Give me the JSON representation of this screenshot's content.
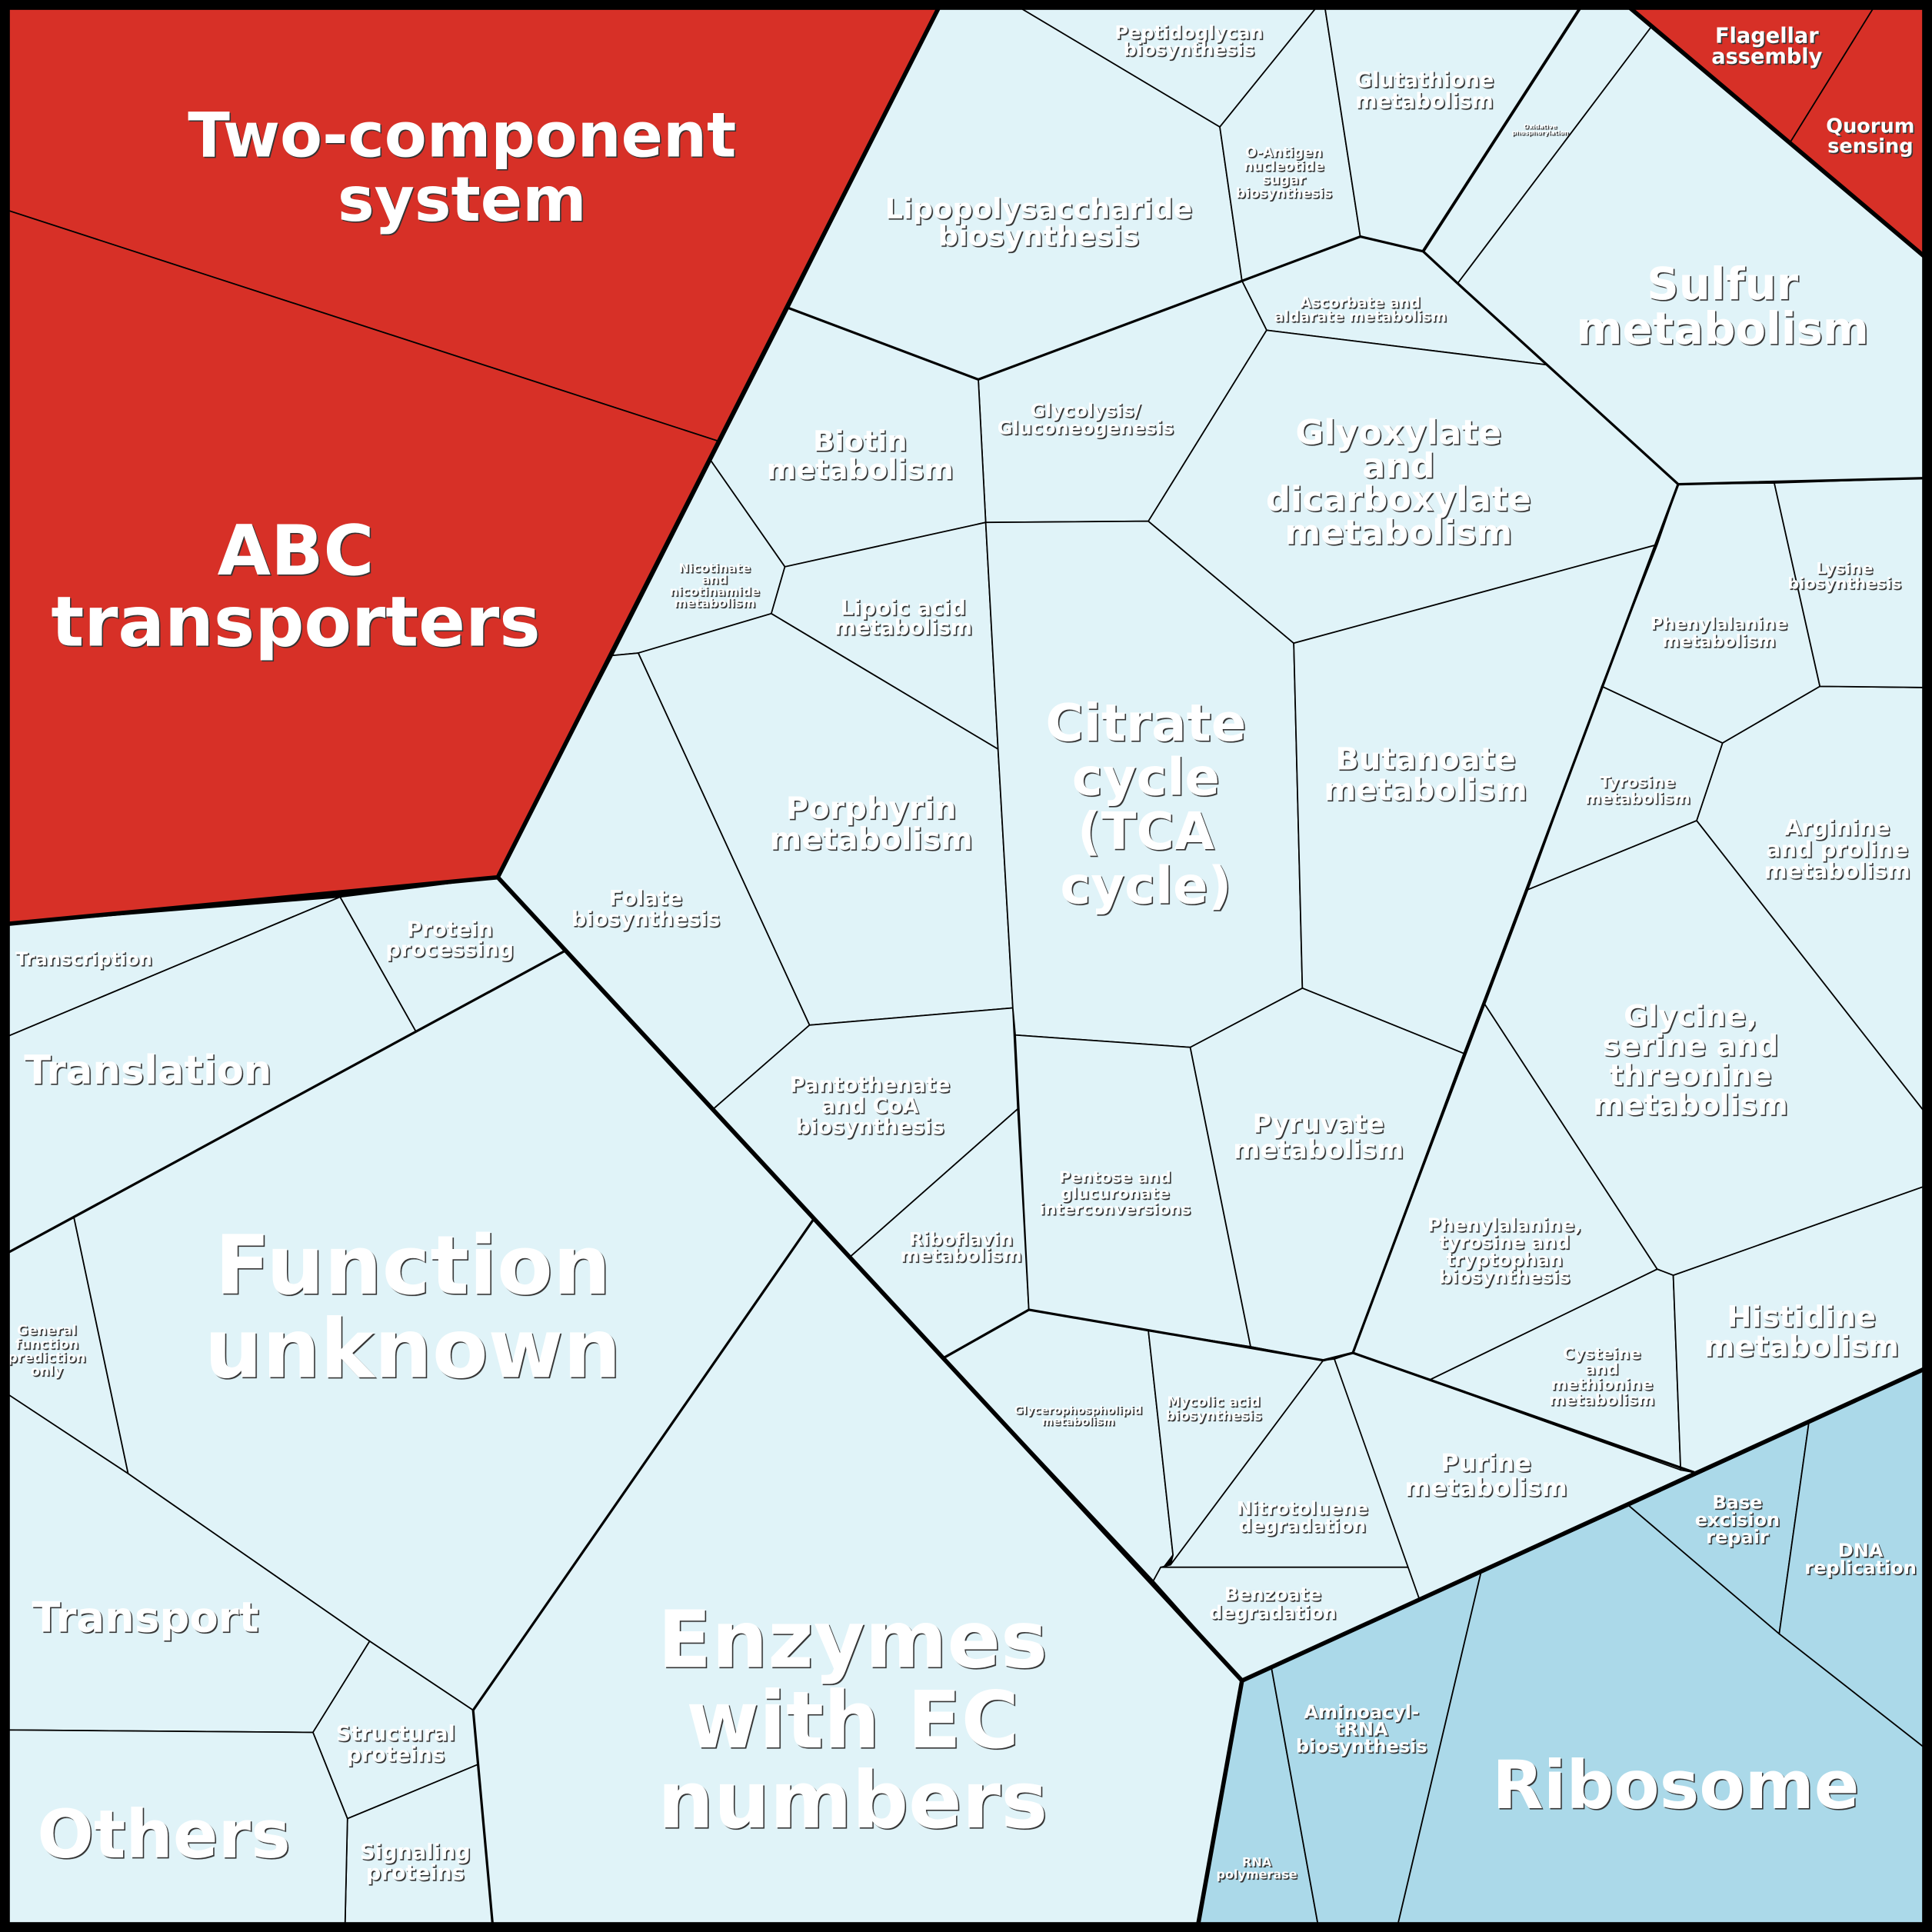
{
  "chart_data": {
    "type": "voronoi-treemap",
    "colors": {
      "group_a": "#d73027",
      "group_b": "#e0f3f8",
      "group_c": "#abd9e9"
    },
    "cells": [
      {
        "lines": [
          "Two-component",
          "system"
        ],
        "group": "group_a"
      },
      {
        "lines": [
          "ABC",
          "transporters"
        ],
        "group": "group_a"
      },
      {
        "lines": [
          "Flagellar",
          "assembly"
        ],
        "group": "group_a"
      },
      {
        "lines": [
          "Quorum",
          "sensing"
        ],
        "group": "group_a"
      },
      {
        "lines": [
          "Transcription"
        ],
        "group": "group_b"
      },
      {
        "lines": [
          "Protein",
          "processing"
        ],
        "group": "group_b"
      },
      {
        "lines": [
          "Translation"
        ],
        "group": "group_b"
      },
      {
        "lines": [
          "General",
          "function",
          "prediction",
          "only"
        ],
        "group": "group_b"
      },
      {
        "lines": [
          "Function",
          "unknown"
        ],
        "group": "group_b"
      },
      {
        "lines": [
          "Transport"
        ],
        "group": "group_b"
      },
      {
        "lines": [
          "Structural",
          "proteins"
        ],
        "group": "group_b"
      },
      {
        "lines": [
          "Signaling",
          "proteins"
        ],
        "group": "group_b"
      },
      {
        "lines": [
          "Others"
        ],
        "group": "group_b"
      },
      {
        "lines": [
          "Enzymes",
          "with EC",
          "numbers"
        ],
        "group": "group_b"
      },
      {
        "lines": [
          "RNA",
          "polymerase"
        ],
        "group": "group_c"
      },
      {
        "lines": [
          "Aminoacyl-",
          "tRNA",
          "biosynthesis"
        ],
        "group": "group_c"
      },
      {
        "lines": [
          "Ribosome"
        ],
        "group": "group_c"
      },
      {
        "lines": [
          "Base",
          "excision",
          "repair"
        ],
        "group": "group_c"
      },
      {
        "lines": [
          "DNA",
          "replication"
        ],
        "group": "group_c"
      },
      {
        "lines": [
          "Lipopolysaccharide",
          "biosynthesis"
        ],
        "group": "group_b"
      },
      {
        "lines": [
          "Peptidoglycan",
          "biosynthesis"
        ],
        "group": "group_b"
      },
      {
        "lines": [
          "O-Antigen",
          "nucleotide",
          "sugar",
          "biosynthesis"
        ],
        "group": "group_b"
      },
      {
        "lines": [
          "Glutathione",
          "metabolism"
        ],
        "group": "group_b"
      },
      {
        "lines": [
          "Oxidative",
          "phosphorylation"
        ],
        "group": "group_b"
      },
      {
        "lines": [
          "Sulfur",
          "metabolism"
        ],
        "group": "group_b"
      },
      {
        "lines": [
          "Ascorbate and",
          "aldarate metabolism"
        ],
        "group": "group_b"
      },
      {
        "lines": [
          "Glycolysis/",
          "Gluconeogenesis"
        ],
        "group": "group_b"
      },
      {
        "lines": [
          "Biotin",
          "metabolism"
        ],
        "group": "group_b"
      },
      {
        "lines": [
          "Nicotinate",
          "and",
          "nicotinamide",
          "metabolism"
        ],
        "group": "group_b"
      },
      {
        "lines": [
          "Lipoic acid",
          "metabolism"
        ],
        "group": "group_b"
      },
      {
        "lines": [
          "Porphyrin",
          "metabolism"
        ],
        "group": "group_b"
      },
      {
        "lines": [
          "Folate",
          "biosynthesis"
        ],
        "group": "group_b"
      },
      {
        "lines": [
          "Pantothenate",
          "and CoA",
          "biosynthesis"
        ],
        "group": "group_b"
      },
      {
        "lines": [
          "Riboflavin",
          "metabolism"
        ],
        "group": "group_b"
      },
      {
        "lines": [
          "Citrate",
          "cycle",
          "(TCA",
          "cycle)"
        ],
        "group": "group_b"
      },
      {
        "lines": [
          "Glyoxylate",
          "and",
          "dicarboxylate",
          "metabolism"
        ],
        "group": "group_b"
      },
      {
        "lines": [
          "Butanoate",
          "metabolism"
        ],
        "group": "group_b"
      },
      {
        "lines": [
          "Pentose and",
          "glucuronate",
          "interconversions"
        ],
        "group": "group_b"
      },
      {
        "lines": [
          "Pyruvate",
          "metabolism"
        ],
        "group": "group_b"
      },
      {
        "lines": [
          "Glycerophospholipid",
          "metabolism"
        ],
        "group": "group_b"
      },
      {
        "lines": [
          "Mycolic acid",
          "biosynthesis"
        ],
        "group": "group_b"
      },
      {
        "lines": [
          "Nitrotoluene",
          "degradation"
        ],
        "group": "group_b"
      },
      {
        "lines": [
          "Benzoate",
          "degradation"
        ],
        "group": "group_b"
      },
      {
        "lines": [
          "Purine",
          "metabolism"
        ],
        "group": "group_b"
      },
      {
        "lines": [
          "Cysteine",
          "and",
          "methionine",
          "metabolism"
        ],
        "group": "group_b"
      },
      {
        "lines": [
          "Histidine",
          "metabolism"
        ],
        "group": "group_b"
      },
      {
        "lines": [
          "Phenylalanine,",
          "tyrosine and",
          "tryptophan",
          "biosynthesis"
        ],
        "group": "group_b"
      },
      {
        "lines": [
          "Glycine,",
          "serine and",
          "threonine",
          "metabolism"
        ],
        "group": "group_b"
      },
      {
        "lines": [
          "Arginine",
          "and proline",
          "metabolism"
        ],
        "group": "group_b"
      },
      {
        "lines": [
          "Tyrosine",
          "metabolism"
        ],
        "group": "group_b"
      },
      {
        "lines": [
          "Phenylalanine",
          "metabolism"
        ],
        "group": "group_b"
      },
      {
        "lines": [
          "Lysine",
          "biosynthesis"
        ],
        "group": "group_b"
      }
    ]
  }
}
